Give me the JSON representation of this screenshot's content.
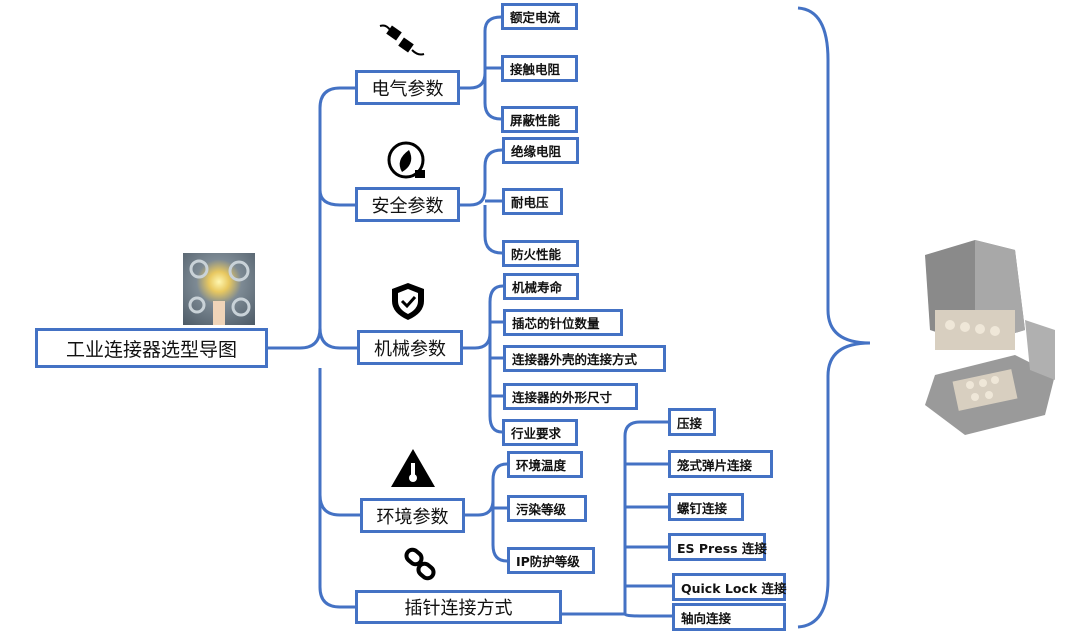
{
  "root": {
    "label": "工业连接器选型导图",
    "image": "gears-lightbulb-hand"
  },
  "categories": [
    {
      "label": "电气参数",
      "icon": "plug-icon",
      "items": [
        "额定电流",
        "接触电阻",
        "屏蔽性能"
      ]
    },
    {
      "label": "安全参数",
      "icon": "eco-plug-icon",
      "items": [
        "绝缘电阻",
        "耐电压",
        "防火性能"
      ]
    },
    {
      "label": "机械参数",
      "icon": "shield-check-icon",
      "items": [
        "机械寿命",
        "插芯的针位数量",
        "连接器外壳的连接方式",
        "连接器的外形尺寸",
        "行业要求"
      ]
    },
    {
      "label": "环境参数",
      "icon": "thermometer-warning-icon",
      "items": [
        "环境温度",
        "污染等级",
        "IP防护等级"
      ]
    },
    {
      "label": "插针连接方式",
      "icon": "chain-link-icon",
      "items": [
        "压接",
        "笼式弹片连接",
        "螺钉连接",
        "ES Press 连接",
        "Quick Lock 连接",
        "轴向连接"
      ]
    }
  ],
  "colors": {
    "line": "#4472c4",
    "border": "#4472c4"
  }
}
